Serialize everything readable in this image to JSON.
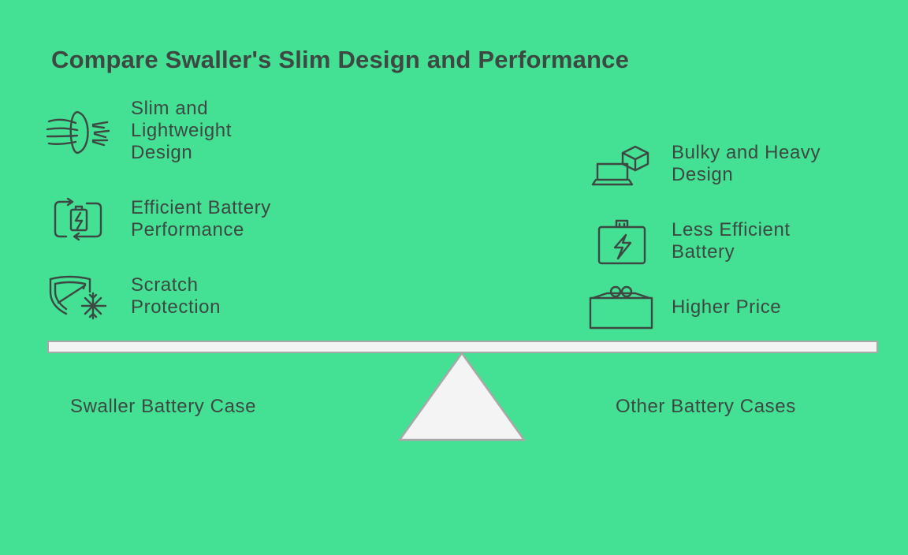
{
  "title": "Compare Swaller's Slim Design and Performance",
  "left": {
    "label": "Swaller Battery Case",
    "items": [
      {
        "icon": "wind-speed-icon",
        "text": "Slim and\nLightweight\nDesign"
      },
      {
        "icon": "battery-cycle-icon",
        "text": "Efficient Battery\nPerformance"
      },
      {
        "icon": "shield-snowflake-icon",
        "text": "Scratch\nProtection"
      }
    ]
  },
  "right": {
    "label": "Other Battery Cases",
    "items": [
      {
        "icon": "laptop-box-icon",
        "text": "Bulky and Heavy\nDesign"
      },
      {
        "icon": "battery-bolt-icon",
        "text": "Less Efficient\nBattery"
      },
      {
        "icon": "purse-icon",
        "text": "Higher Price"
      }
    ]
  },
  "colors": {
    "background": "#44e194",
    "text": "#3d4843",
    "beam": "#f4f4f4",
    "outline": "#a8a8a8"
  }
}
